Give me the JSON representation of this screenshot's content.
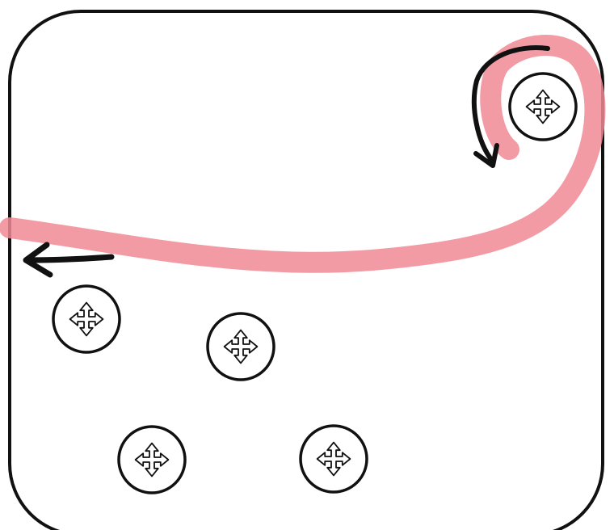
{
  "colors": {
    "frame": "#111111",
    "stroke_path": "#f0808a",
    "arrow": "#111111",
    "handle_fill": "#ffffff",
    "handle_outline": "#111111"
  },
  "handles": [
    {
      "id": "handle-1",
      "icon": "move-arrows-icon"
    },
    {
      "id": "handle-2",
      "icon": "move-arrows-icon"
    },
    {
      "id": "handle-3",
      "icon": "move-arrows-icon"
    },
    {
      "id": "handle-4",
      "icon": "move-arrows-icon"
    },
    {
      "id": "handle-5",
      "icon": "move-arrows-icon"
    }
  ],
  "gesture": {
    "path_icon": "swipe-path-stroke",
    "arrows": [
      "curved-arrow-icon",
      "left-arrow-icon"
    ]
  }
}
